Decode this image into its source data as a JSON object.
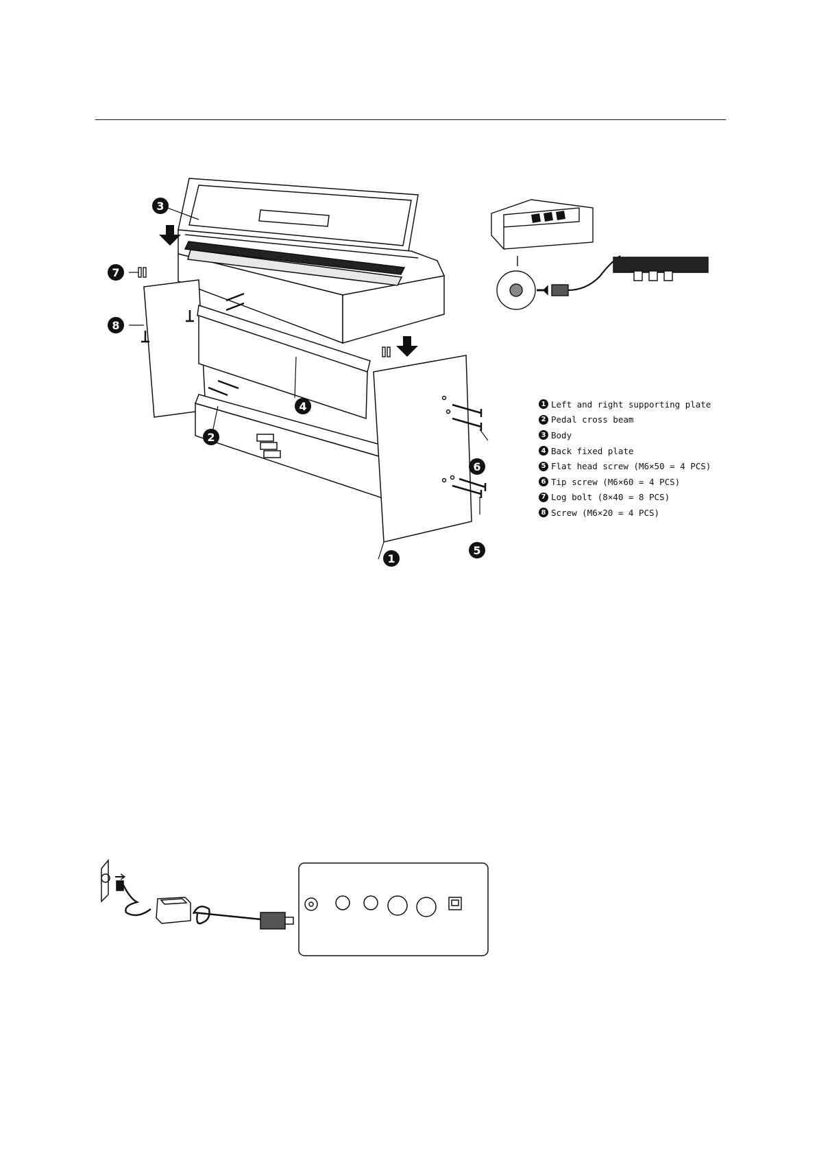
{
  "legend": [
    {
      "num": "1",
      "text": "Left and right supporting plate"
    },
    {
      "num": "2",
      "text": "Pedal cross beam"
    },
    {
      "num": "3",
      "text": "Body"
    },
    {
      "num": "4",
      "text": "Back fixed plate"
    },
    {
      "num": "5",
      "text": "Flat head screw (M6×50 = 4 PCS)"
    },
    {
      "num": "6",
      "text": "Tip screw (M6×60 = 4 PCS)"
    },
    {
      "num": "7",
      "text": "Log bolt (8×40 = 8 PCS)"
    },
    {
      "num": "8",
      "text": "Screw (M6×20 = 4 PCS)"
    }
  ],
  "callouts": {
    "c1": "1",
    "c2": "2",
    "c3": "3",
    "c4": "4",
    "c5": "5",
    "c6": "6",
    "c7": "7",
    "c8": "8"
  },
  "icons": [
    "down-arrow-icon",
    "screw-icon",
    "bolt-icon",
    "power-plug-icon",
    "adapter-icon"
  ]
}
